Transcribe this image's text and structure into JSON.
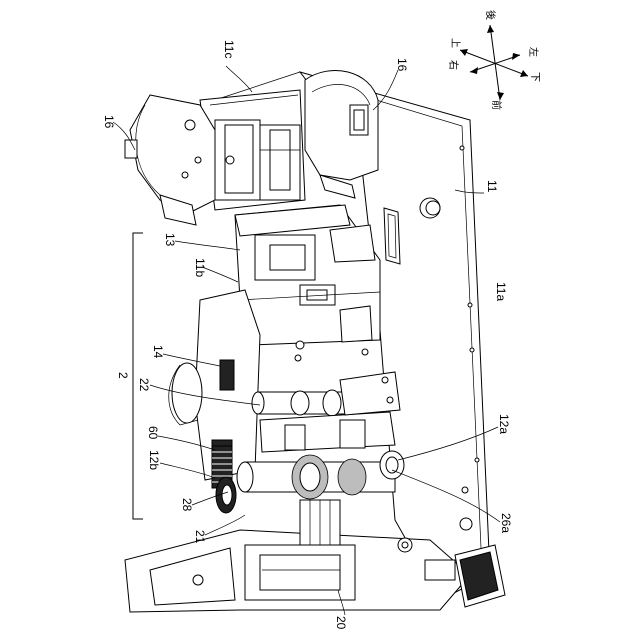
{
  "reference_labels": {
    "l16_left": "16",
    "l16_right": "16",
    "l11c": "11c",
    "l11": "11",
    "l11a": "11a",
    "l11b": "11b",
    "l13": "13",
    "l14": "14",
    "l2": "2",
    "l22": "22",
    "l60": "60",
    "l12b": "12b",
    "l12a": "12a",
    "l28": "28",
    "l21": "21",
    "l26a": "26a",
    "l20": "20"
  },
  "direction_compass": {
    "back": "後",
    "up": "上",
    "right": "右",
    "left": "左",
    "down": "下",
    "front": "前"
  },
  "colors": {
    "line": "#000000",
    "background": "#ffffff",
    "shade": "#bdbdbd",
    "dark_fill": "#222222"
  }
}
